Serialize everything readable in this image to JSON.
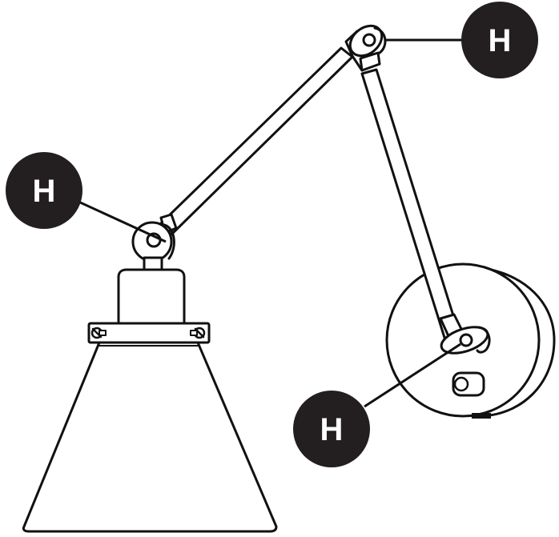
{
  "diagram": {
    "callouts": [
      {
        "id": "top-right",
        "label": "H"
      },
      {
        "id": "left",
        "label": "H"
      },
      {
        "id": "bottom",
        "label": "H"
      }
    ],
    "colors": {
      "stroke": "#111111",
      "callout_fill": "#231f20",
      "callout_text": "#ffffff",
      "background": "#ffffff"
    },
    "parts": [
      "wall-plate",
      "dimmer-knob",
      "lower-arm",
      "elbow-joint",
      "upper-arm",
      "shade-joint",
      "shade-neck",
      "shade-collar",
      "lamp-shade"
    ]
  }
}
